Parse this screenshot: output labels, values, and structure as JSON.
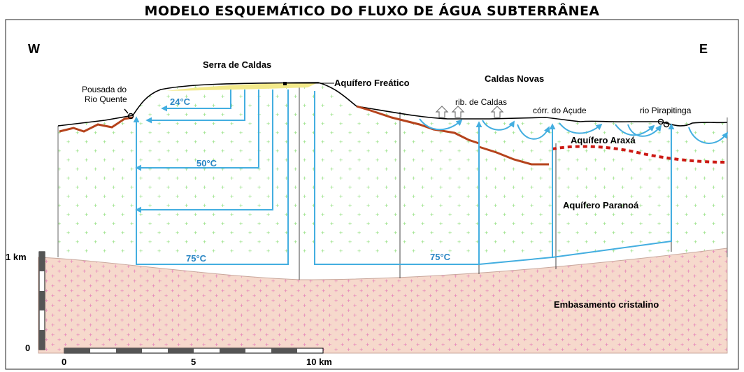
{
  "title": "MODELO ESQUEMÁTICO DO FLUXO DE ÁGUA SUBTERRÂNEA",
  "directions": {
    "west": "W",
    "east": "E"
  },
  "places": {
    "serra": "Serra de Caldas",
    "aquifero_freatico": "Aquífero Freático",
    "caldas_novas": "Caldas Novas",
    "pousada_line1": "Pousada do",
    "pousada_line2": "Rio Quente",
    "rib_caldas": "rib. de Caldas",
    "corr_acude": "córr. do Açude",
    "rio_pirapitinga": "rio Pirapitinga"
  },
  "temperatures": {
    "t24": "24°C",
    "t50": "50°C",
    "t75_left": "75°C",
    "t75_right": "75°C"
  },
  "units": {
    "araxa": "Aquífero Araxá",
    "paranoa": "Aquífero Paranoá",
    "embasamento": "Embasamento cristalino"
  },
  "scales": {
    "vertical": {
      "top": "1 km",
      "bottom": "0"
    },
    "horizontal": {
      "zero": "0",
      "five": "5",
      "ten": "10 km"
    }
  },
  "colors": {
    "flow": "#43aee0",
    "fault": "#b5431c",
    "araxa_contact": "#cc1a14",
    "basement": "#f6d9cc",
    "basement_mark": "#e57fb9",
    "paranoa_mark": "#93e07f",
    "surface": "#000000",
    "freatico_fill": "#f2e98a"
  }
}
